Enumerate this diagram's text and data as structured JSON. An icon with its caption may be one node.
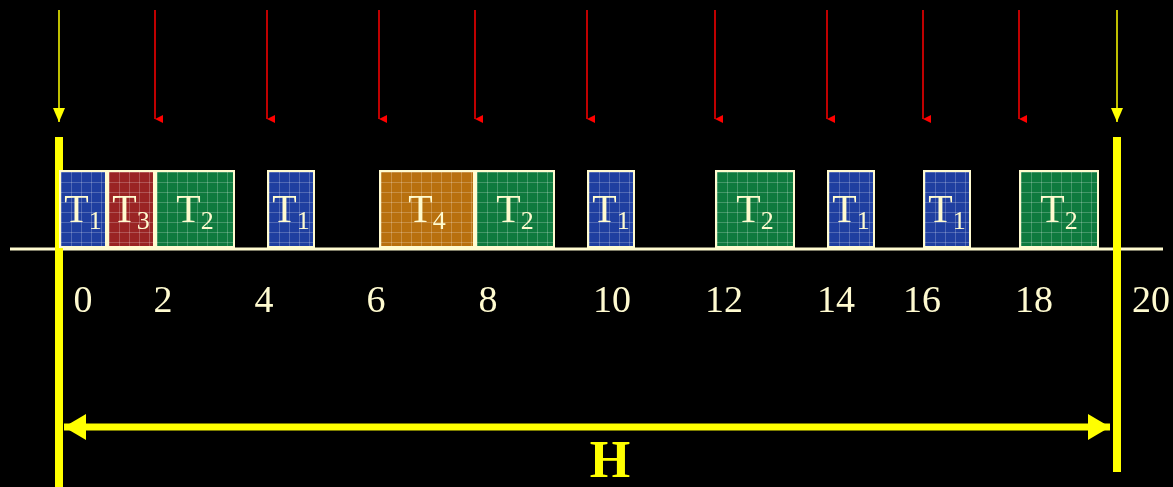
{
  "diagram": {
    "nodes": [
      {
        "text": [
          "T$_{1}$"
        ]
      },
      {
        "text": [
          "T$_{3}$"
        ]
      },
      {
        "text": [
          "T$_{2}$"
        ]
      },
      {
        "text": [
          "T$_{1}$"
        ]
      },
      {
        "text": [
          "T$_{4}$"
        ]
      },
      {
        "text": [
          "T$_{2}$"
        ]
      },
      {
        "text": [
          "T$_{1}$"
        ]
      },
      {
        "text": [
          "T$_{2}$"
        ]
      },
      {
        "text": [
          "T$_{1}$"
        ]
      },
      {
        "text": [
          "T$_{1}$"
        ]
      },
      {
        "text": [
          "T$_{2}$"
        ]
      }
    ],
    "labels": [
      "0",
      "2",
      "4",
      "6",
      "8",
      "10",
      "12",
      "14",
      "16",
      "18",
      "20",
      "H"
    ]
  }
}
